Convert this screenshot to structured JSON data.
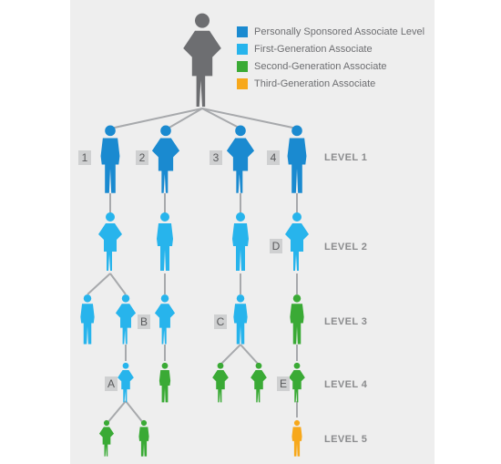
{
  "colors": {
    "sponsor": "#6d6e71",
    "personally_sponsored": "#1a8ad0",
    "first_generation": "#27b4ec",
    "second_generation": "#3aaa35",
    "third_generation": "#f7a81b",
    "connector": "#a7a9ac",
    "tag_bg": "#cfd0d1",
    "panel_bg": "#eeeeee"
  },
  "legend": [
    {
      "label": "Personally Sponsored Associate Level",
      "color": "#1a8ad0"
    },
    {
      "label": "First-Generation Associate",
      "color": "#27b4ec"
    },
    {
      "label": "Second-Generation Associate",
      "color": "#3aaa35"
    },
    {
      "label": "Third-Generation Associate",
      "color": "#f7a81b"
    }
  ],
  "levels": [
    "LEVEL 1",
    "LEVEL 2",
    "LEVEL 3",
    "LEVEL 4",
    "LEVEL 5"
  ],
  "tags": {
    "n1": "1",
    "n2": "2",
    "n3": "3",
    "n4": "4",
    "A": "A",
    "B": "B",
    "C": "C",
    "D": "D",
    "E": "E"
  }
}
